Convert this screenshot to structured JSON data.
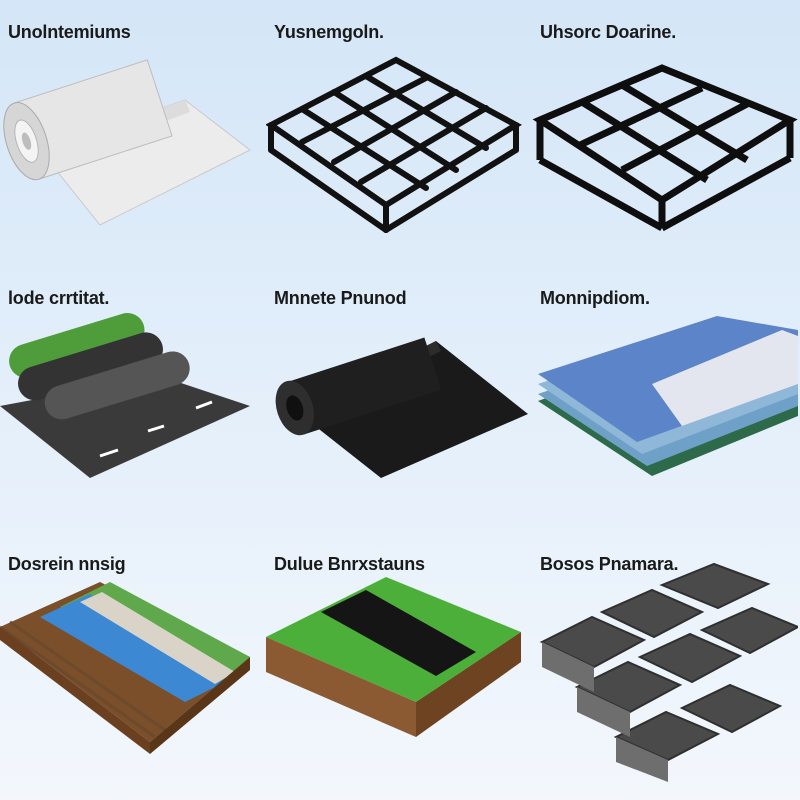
{
  "tiles": [
    {
      "label": "Unolntemiums",
      "icon": "fabric-roll-icon"
    },
    {
      "label": "Yusnemgoln.",
      "icon": "black-geocell-lattice-icon"
    },
    {
      "label": "Uhsorc Doarine.",
      "icon": "black-frame-grid-icon"
    },
    {
      "label": "lode crrtitat.",
      "icon": "layered-rolls-icon"
    },
    {
      "label": "Mnnete Pnunod",
      "icon": "black-membrane-roll-icon"
    },
    {
      "label": "Monnipdiom.",
      "icon": "stacked-color-sheets-icon"
    },
    {
      "label": "Dosrein nnsig",
      "icon": "slope-channel-cross-section-icon"
    },
    {
      "label": "Dulue Bnrxstauns",
      "icon": "grass-liner-cross-section-icon"
    },
    {
      "label": "Bosos Pnamara.",
      "icon": "concrete-blocks-icon"
    }
  ],
  "colors": {
    "background_top": "#d4e6f7",
    "background_bottom": "#f3f7fc",
    "label": "#1a1a1a",
    "black_product": "#111111",
    "grass": "#4caf3a",
    "water": "#3a8fd6",
    "soil": "#8a5a32"
  }
}
